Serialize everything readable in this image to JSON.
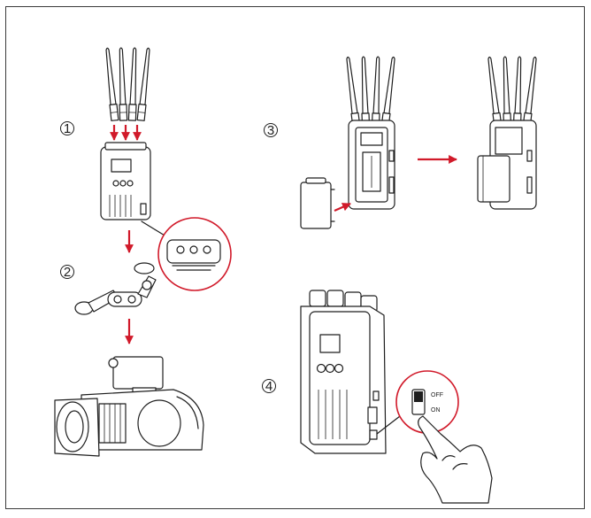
{
  "steps": [
    "1",
    "2",
    "3",
    "4"
  ],
  "switch": {
    "off_label": "OFF",
    "on_label": "ON"
  },
  "colors": {
    "arrow": "#d11a2a",
    "line": "#1e1e1e",
    "frame": "#3a3a3a"
  }
}
